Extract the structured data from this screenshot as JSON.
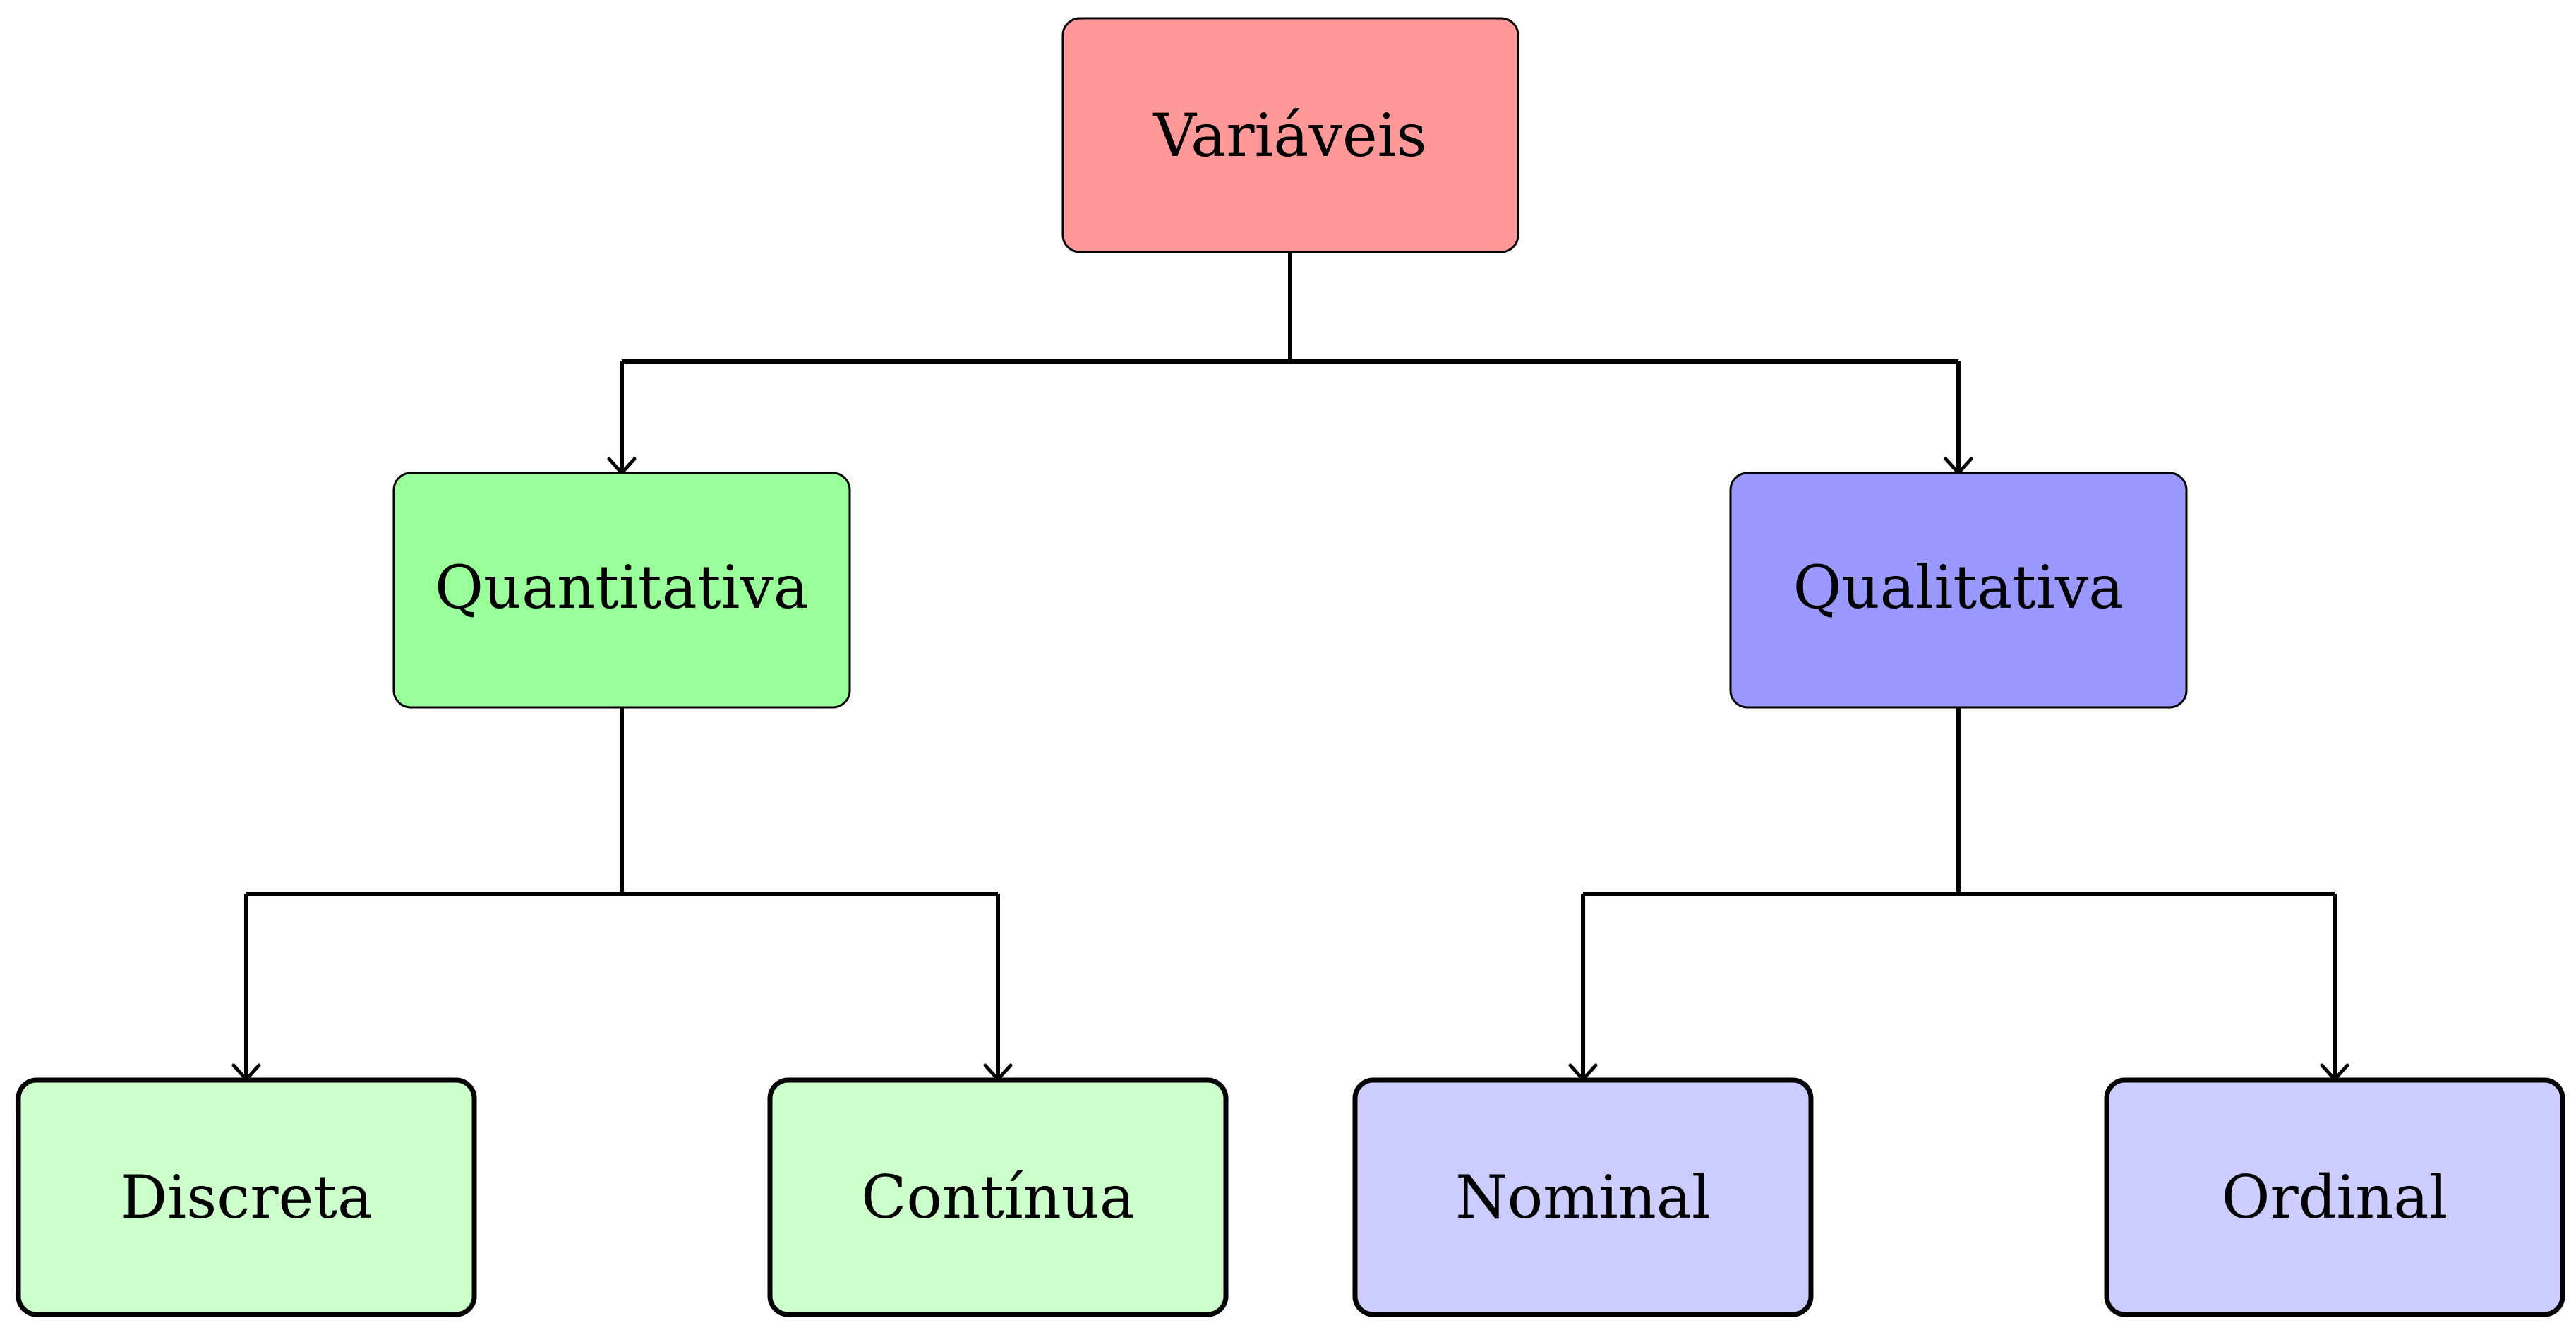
{
  "colors": {
    "root_fill": "#ff9999",
    "quantitative_fill": "#99ff99",
    "qualitative_fill": "#9999ff",
    "quantitative_leaf_fill": "#ccffcc",
    "qualitative_leaf_fill": "#ccccff",
    "line": "#000000"
  },
  "root": {
    "label": "Variáveis"
  },
  "branches": {
    "quantitative": {
      "label": "Quantitativa"
    },
    "qualitative": {
      "label": "Qualitativa"
    }
  },
  "leaves": {
    "discrete": {
      "label": "Discreta"
    },
    "continuous": {
      "label": "Contínua"
    },
    "nominal": {
      "label": "Nominal"
    },
    "ordinal": {
      "label": "Ordinal"
    }
  }
}
